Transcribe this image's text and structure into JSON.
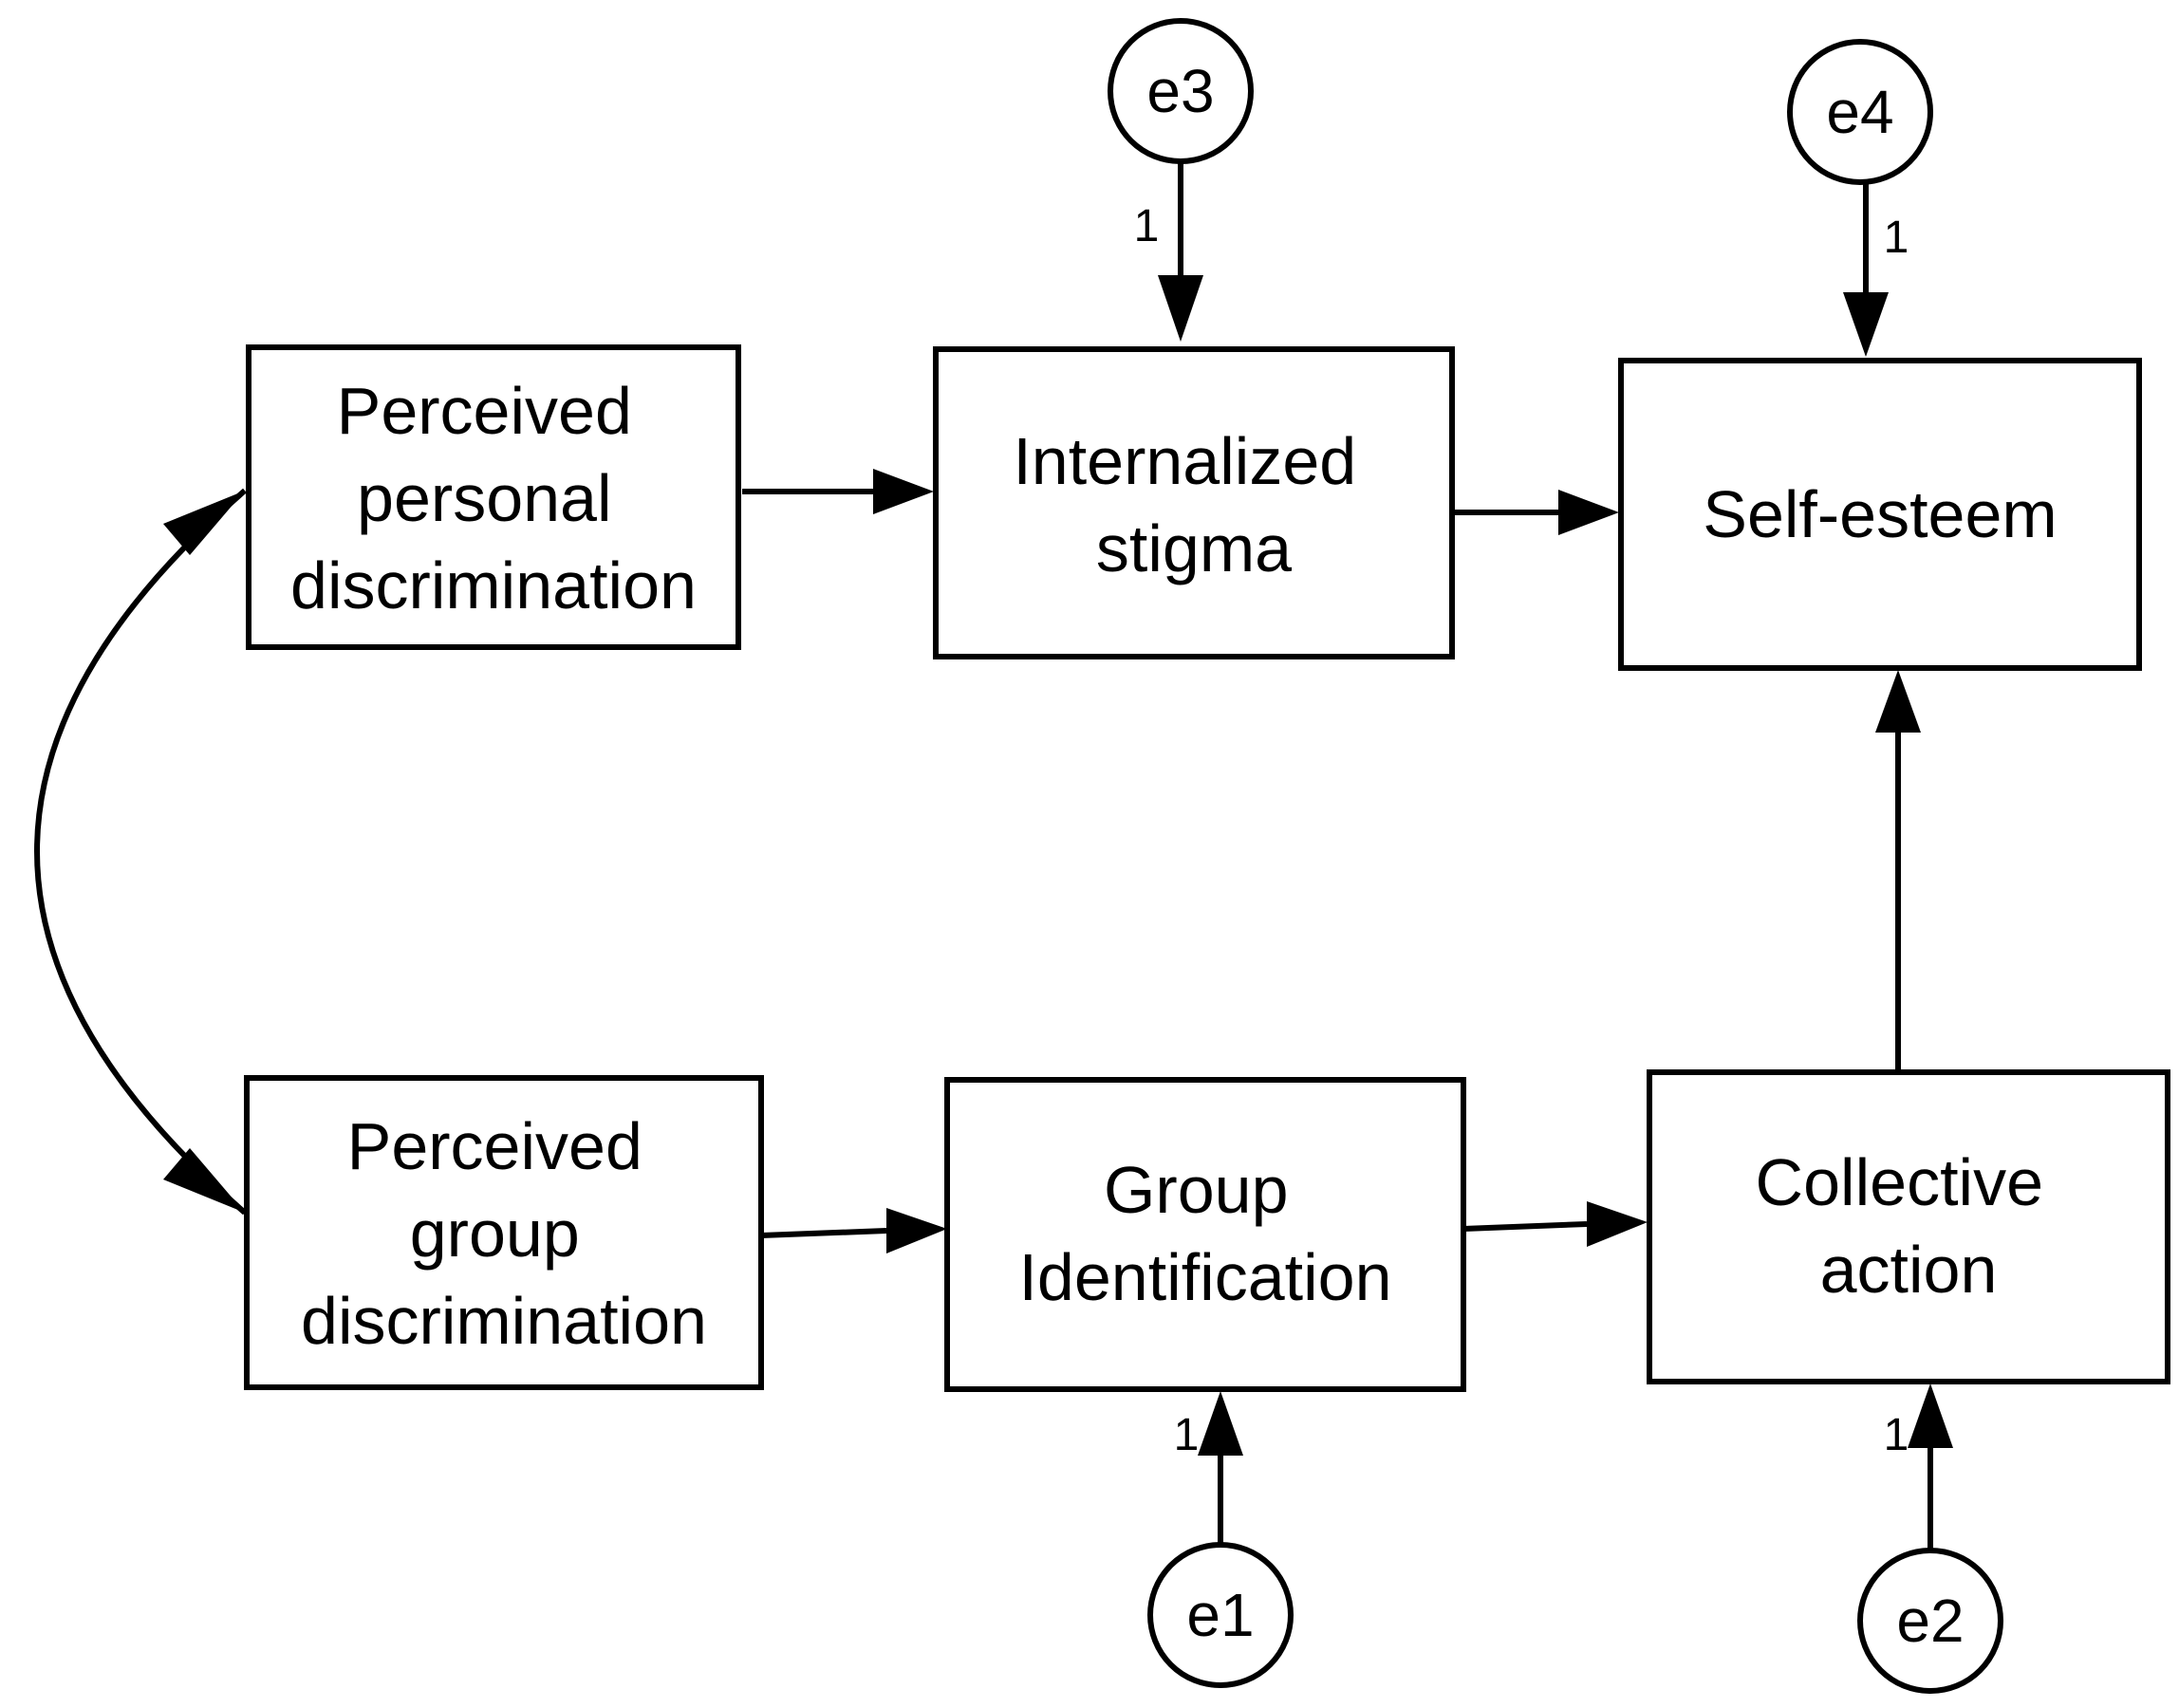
{
  "nodes": {
    "perceived_personal": {
      "lines": [
        "Perceived",
        "personal",
        "discrimination"
      ]
    },
    "internalized_stigma": {
      "lines": [
        "Internalized",
        "stigma"
      ]
    },
    "self_esteem": {
      "lines": [
        "Self-esteem"
      ]
    },
    "perceived_group": {
      "lines": [
        "Perceived",
        "group",
        "discrimination"
      ]
    },
    "group_identification": {
      "lines": [
        "Group",
        "Identification"
      ]
    },
    "collective_action": {
      "lines": [
        "Collective",
        "action"
      ]
    }
  },
  "errors": {
    "e1": {
      "label": "e1",
      "weight": "1"
    },
    "e2": {
      "label": "e2",
      "weight": "1"
    },
    "e3": {
      "label": "e3",
      "weight": "1"
    },
    "e4": {
      "label": "e4",
      "weight": "1"
    }
  },
  "paths": [
    {
      "from": "perceived_personal",
      "to": "internalized_stigma"
    },
    {
      "from": "internalized_stigma",
      "to": "self_esteem"
    },
    {
      "from": "perceived_group",
      "to": "group_identification"
    },
    {
      "from": "group_identification",
      "to": "collective_action"
    },
    {
      "from": "collective_action",
      "to": "self_esteem"
    }
  ],
  "covariances": [
    {
      "between": [
        "perceived_personal",
        "perceived_group"
      ]
    }
  ],
  "colors": {
    "stroke": "#000000",
    "fill": "#ffffff"
  }
}
